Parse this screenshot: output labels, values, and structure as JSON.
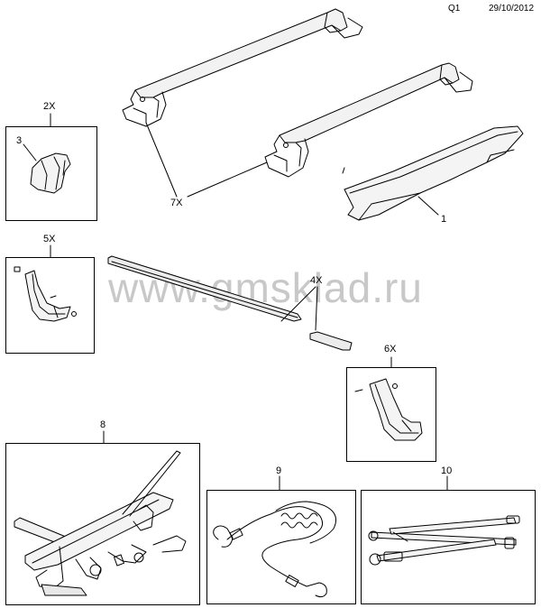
{
  "header": {
    "code": "Q1",
    "date": "29/10/2012"
  },
  "watermark": "www.gmsklad.ru",
  "callouts": {
    "bars_qty": "7X",
    "spoiler": "1",
    "cap_qty": "2X",
    "cap_item": "3",
    "front_flap_qty": "5X",
    "molding_qty": "4X",
    "rear_flap_qty": "6X",
    "bike_carrier": "8",
    "tow_rope": "9",
    "tow_bar": "10"
  }
}
